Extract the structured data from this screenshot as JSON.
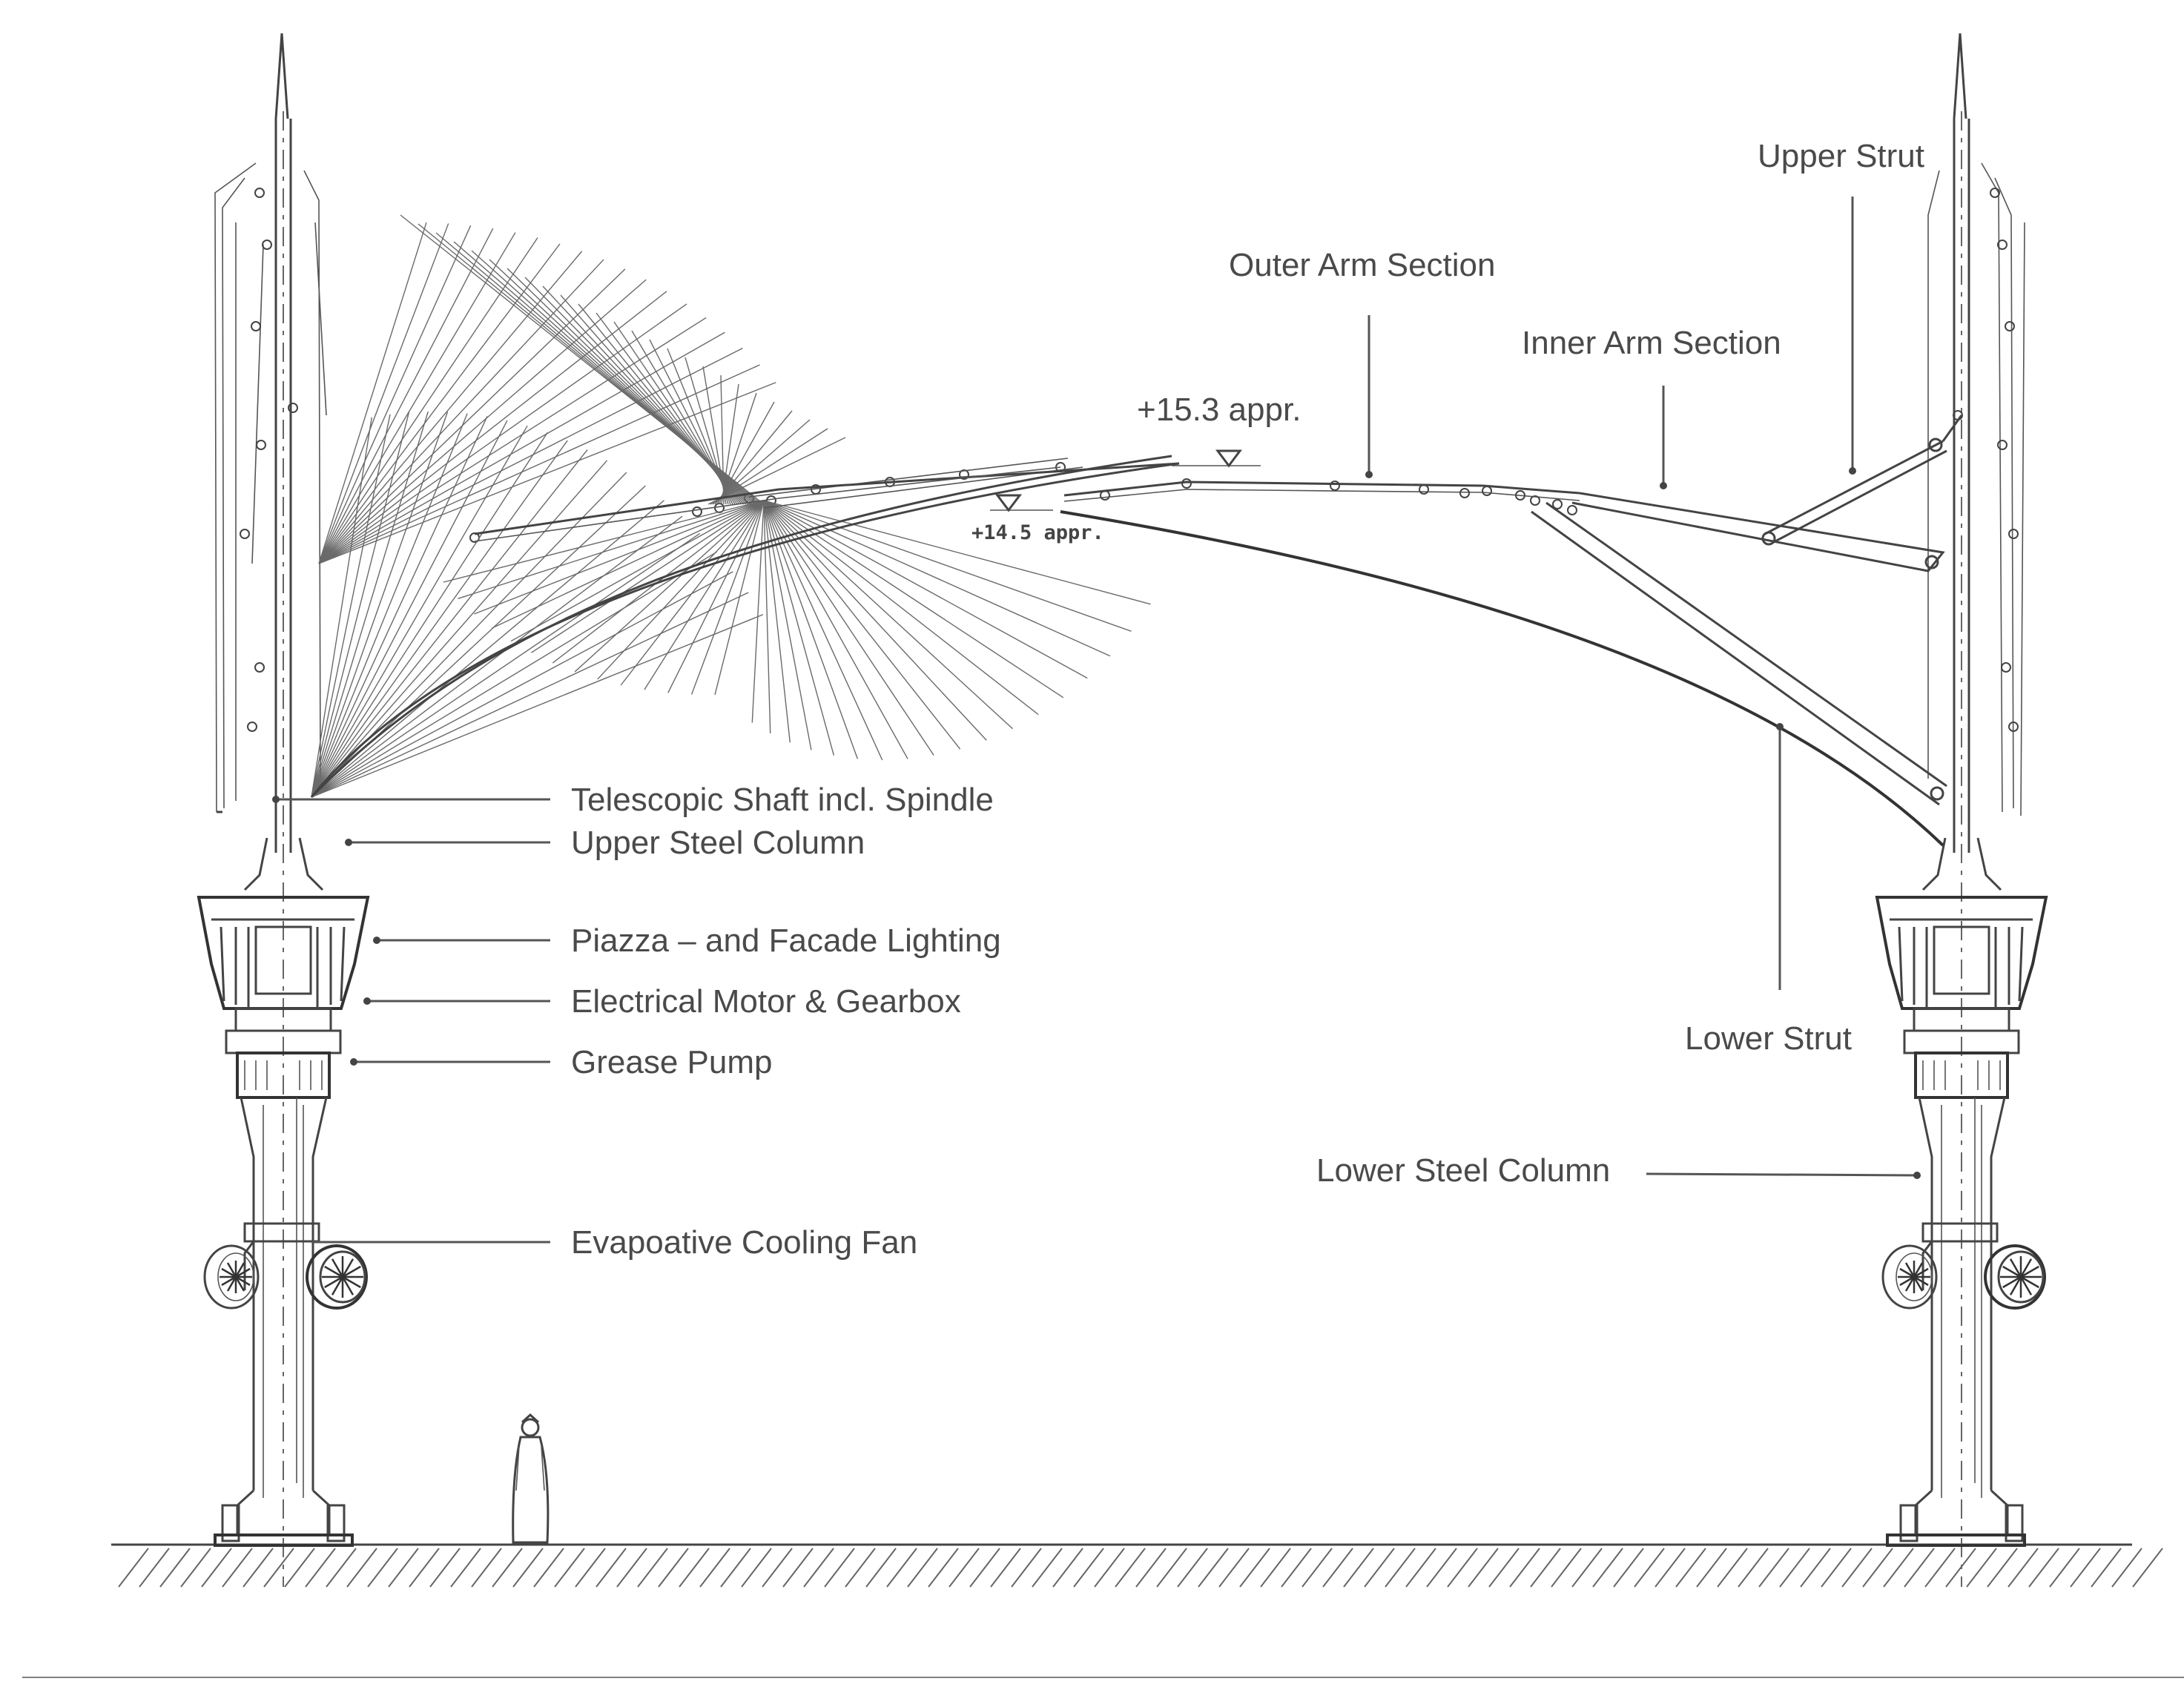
{
  "labels": {
    "upper_strut": "Upper Strut",
    "outer_arm_section": "Outer Arm Section",
    "inner_arm_section": "Inner Arm Section",
    "elevation_top": "+15.3 appr.",
    "elevation_lower": "+14.5 appr.",
    "telescopic_shaft": "Telescopic Shaft incl. Spindle",
    "upper_steel_column": "Upper Steel Column",
    "piazza_lighting": "Piazza – and Facade Lighting",
    "electrical_motor": "Electrical Motor & Gearbox",
    "grease_pump": "Grease Pump",
    "cooling_fan": "Evapoative Cooling Fan",
    "lower_strut": "Lower Strut",
    "lower_steel_column": "Lower Steel Column"
  },
  "colors": {
    "line": "#444444",
    "text": "#4a4a4a",
    "background": "#ffffff"
  }
}
